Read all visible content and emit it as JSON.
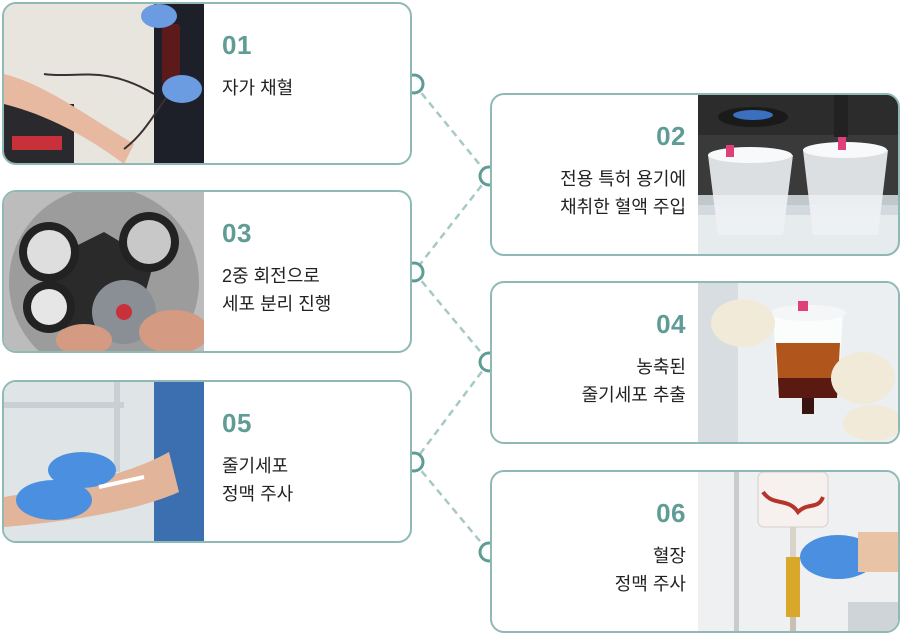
{
  "steps": [
    {
      "num": "01",
      "label": "자가 채혈",
      "photo_icon": "blood-draw-photo"
    },
    {
      "num": "02",
      "label": "전용 특허 용기에\n채취한 혈액 주입",
      "photo_icon": "patent-container-photo"
    },
    {
      "num": "03",
      "label": "2중 회전으로\n세포 분리 진행",
      "photo_icon": "centrifuge-photo"
    },
    {
      "num": "04",
      "label": "농축된\n줄기세포 추출",
      "photo_icon": "stem-cell-extraction-photo"
    },
    {
      "num": "05",
      "label": "줄기세포\n정맥 주사",
      "photo_icon": "iv-injection-photo"
    },
    {
      "num": "06",
      "label": "혈장\n정맥 주사",
      "photo_icon": "plasma-iv-photo"
    }
  ],
  "colors": {
    "accent": "#5f9c96",
    "border": "#8fb9b5",
    "connector": "#a7c9c5",
    "text": "#222222"
  }
}
